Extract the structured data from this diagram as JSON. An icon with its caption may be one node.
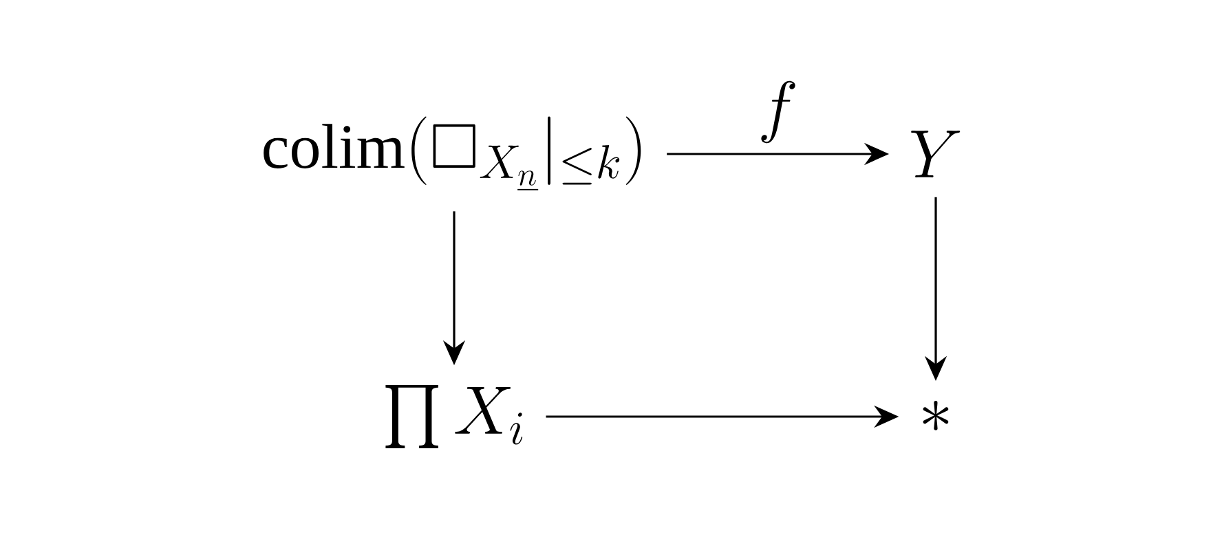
{
  "diagram": {
    "nodes": [
      {
        "text": [
          "\\operatorname{colim}(\\square_{X_{\\underline{n}}}|_{\\leq k})"
        ]
      },
      {
        "text": [
          "Y"
        ]
      },
      {
        "text": [
          "\\prod X_i"
        ]
      },
      {
        "text": [
          "*"
        ]
      }
    ],
    "edges": [
      {
        "from": 0,
        "to": 1,
        "arrow": "to",
        "label": "f"
      },
      {
        "from": 0,
        "to": 2,
        "arrow": "to"
      },
      {
        "from": 1,
        "to": 3,
        "arrow": "to"
      },
      {
        "from": 2,
        "to": 3,
        "arrow": "to"
      }
    ]
  }
}
